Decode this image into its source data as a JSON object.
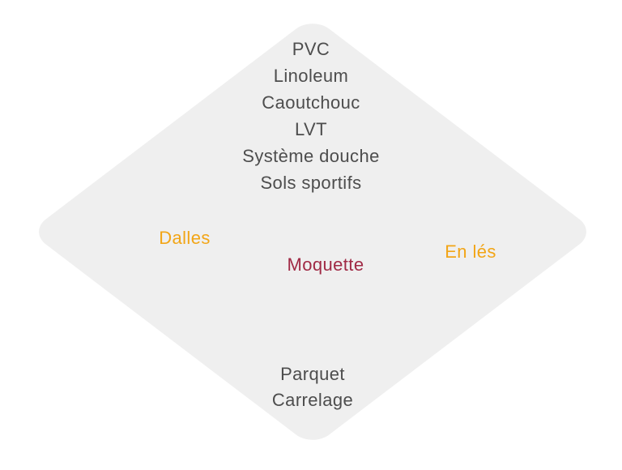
{
  "diagram": {
    "type": "diamond-category-map",
    "colors": {
      "diamond_fill": "#efefef",
      "text": "#4d4d4d",
      "accent_orange": "#f2a516",
      "accent_crimson": "#a02a45"
    },
    "top_group": {
      "items": [
        "PVC",
        "Linoleum",
        "Caoutchouc",
        "LVT",
        "Système douche",
        "Sols sportifs"
      ]
    },
    "middle_group": {
      "left_label": "Dalles",
      "center_label": "Moquette",
      "right_label": "En lés"
    },
    "bottom_group": {
      "items": [
        "Parquet",
        "Carrelage"
      ]
    }
  }
}
